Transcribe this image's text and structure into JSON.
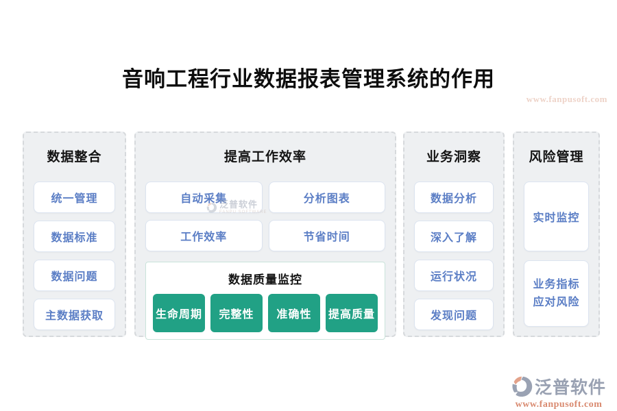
{
  "page": {
    "title": "音响工程行业数据报表管理系统的作用",
    "top_watermark": "www.fanpusoft.com"
  },
  "columns": [
    {
      "header": "数据整合",
      "items": [
        "统一管理",
        "数据标准",
        "数据问题",
        "主数据获取"
      ]
    },
    {
      "header": "提高工作效率",
      "items": [
        "自动采集",
        "分析图表",
        "工作效率",
        "节省时间"
      ],
      "subpanel": {
        "header": "数据质量监控",
        "buttons": [
          "生命周期",
          "完整性",
          "准确性",
          "提高质量"
        ]
      }
    },
    {
      "header": "业务洞察",
      "items": [
        "数据分析",
        "深入了解",
        "运行状况",
        "发现问题"
      ]
    },
    {
      "header": "风险管理",
      "items": [
        "实时监控",
        "业务指标\n应对风险"
      ]
    }
  ],
  "watermark_center": {
    "brand": "泛普软件",
    "subtitle": "FANPU SOFTWARE"
  },
  "footer": {
    "brand": "泛普软件",
    "url": "www.fanpusoft.com"
  },
  "colors": {
    "accent_blue": "#5b7ec5",
    "accent_green": "#21a185",
    "panel_bg": "#eef0f2",
    "brand_gray": "#99a1b2",
    "brand_salmon": "#d98a70"
  }
}
